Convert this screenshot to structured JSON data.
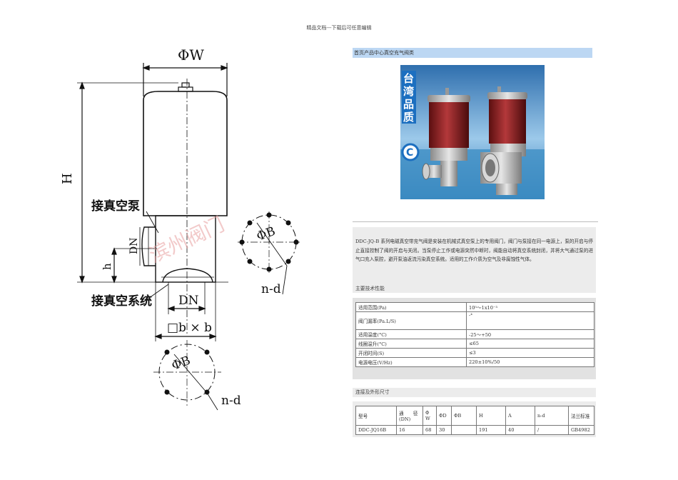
{
  "page_header": "精品文档---下载后可任意编辑",
  "drawing": {
    "phi_w": "ΦW",
    "h": "H",
    "dn_top": "DN",
    "h_small": "h",
    "dn_bottom": "DN",
    "b_box": "□b × b",
    "phi_b_right": "ΦB",
    "n_d_right": "n-d",
    "phi_b_bottom": "ΦB",
    "n_d_bottom": "n-d",
    "pump_label": "接真空泵",
    "system_label": "接真空系统",
    "watermark": "滨州阀门"
  },
  "breadcrumb": "首页产品中心真空充气阀类",
  "photo": {
    "badge_chars": [
      "台",
      "湾",
      "品",
      "质"
    ],
    "logo_text": "C"
  },
  "description": "DDC-JQ-B 系列电磁真空带充气阀是安装在机械式真空泵上的专用阀门，阀门与泵接在同一电源上，泵的开启与停止直接控制了阀的开启与关闭。当泵停止工作或电源突然中断时，阀能自动将真空系统封闭，并将大气通过泵的进气口充入泵腔，避开泵油返流污染真空系统。适用的工作介质为空气及非腐蚀性气体。",
  "spec_title": "主要技术性能",
  "spec_rows": [
    {
      "label": "适用范围(Pa)",
      "value": "10⁵～1x10⁻³"
    },
    {
      "label": "阀门漏率(Pa.L/S)",
      "value": "-⁴"
    },
    {
      "label": "适用温度(°C)",
      "value": "-25～+50"
    },
    {
      "label": "线圈温升(°C)",
      "value": "≤65"
    },
    {
      "label": "开闭时间(S)",
      "value": "≤3"
    },
    {
      "label": "电源电压(V/Hz)",
      "value": "220±10%/50"
    }
  ],
  "dim_title": "连接及外形尺寸",
  "dim_headers": [
    "型号",
    "通　　径 (DN)",
    "Φ W",
    "ΦD",
    "ΦB",
    "H",
    "A",
    "n-d",
    "法兰标准"
  ],
  "dim_rows": [
    [
      "DDC-JQ16B",
      "16",
      "68",
      "30",
      "",
      "191",
      "40",
      "/",
      "GB4982"
    ]
  ],
  "colors": {
    "breadcrumb_bg": "#bcd7f3",
    "panel_bg": "#ececec",
    "valve_body": "#8b1d1d",
    "sea": "#3e8fc4"
  }
}
